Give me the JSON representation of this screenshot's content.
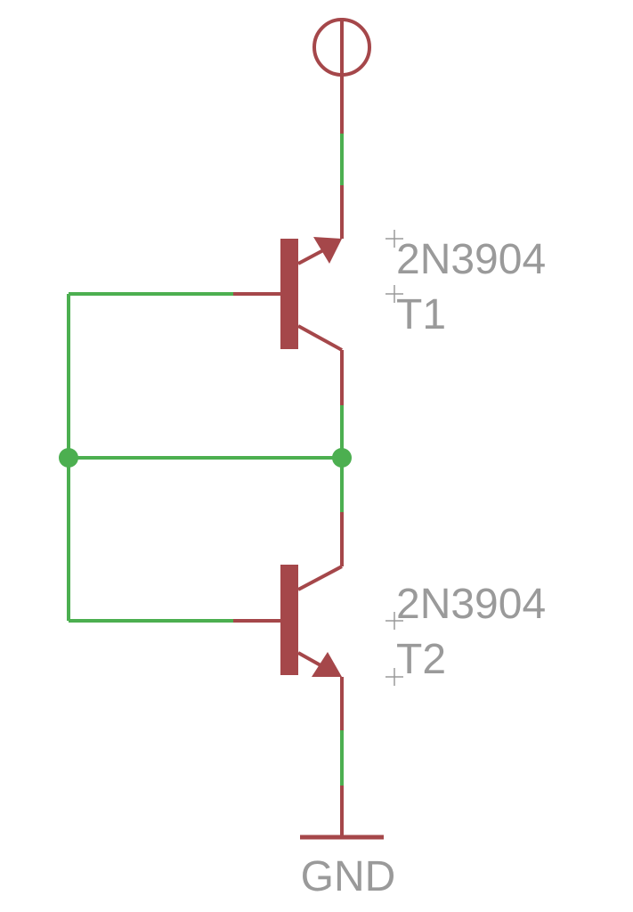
{
  "colors": {
    "background": "#ffffff",
    "net": "#4caf50",
    "symbol": "#a5474a",
    "label": "#9a9a9a"
  },
  "parts": {
    "t1": {
      "value": "2N3904",
      "name": "T1"
    },
    "t2": {
      "value": "2N3904",
      "name": "T2"
    }
  },
  "supplies": {
    "ground": "GND"
  }
}
